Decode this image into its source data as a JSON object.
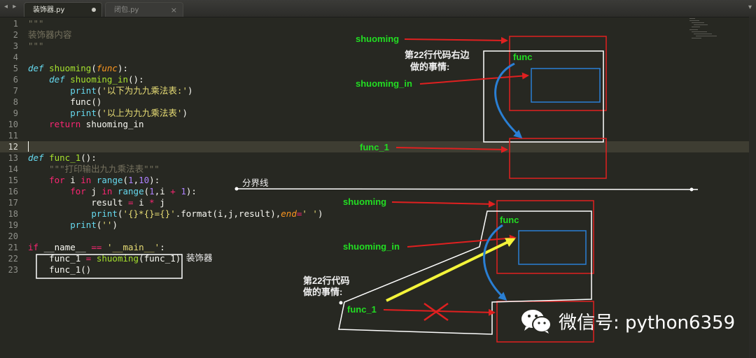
{
  "tabs": [
    {
      "label": "装饰器.py",
      "active": true
    },
    {
      "label": "闭包.py",
      "active": false
    }
  ],
  "nav": {
    "arrows": "◂ ▸",
    "menu": "▾"
  },
  "editor": {
    "line_numbers": [
      "1",
      "2",
      "3",
      "4",
      "5",
      "6",
      "7",
      "8",
      "9",
      "10",
      "11",
      "12",
      "13",
      "14",
      "15",
      "16",
      "17",
      "18",
      "19",
      "20",
      "21",
      "22",
      "23"
    ],
    "current_line": "12"
  },
  "code": {
    "l1": "\"\"\"",
    "l2": "装饰器内容",
    "l3": "\"\"\"",
    "l5_def": "def",
    "l5_name": "shuoming",
    "l5_param": "func",
    "l6_def": "def",
    "l6_name": "shuoming_in",
    "l7_print": "print",
    "l7_str": "'以下为九九乘法表:'",
    "l8_call": "func()",
    "l9_print": "print",
    "l9_str": "'以上为九九乘法表'",
    "l10_ret": "return",
    "l10_val": "shuoming_in",
    "l13_def": "def",
    "l13_name": "func_1",
    "l14_doc": "\"\"\"打印输出九九乘法表\"\"\"",
    "l15_for": "for",
    "l15_var": "i",
    "l15_in": "in",
    "l15_range": "range",
    "l15_a": "1",
    "l15_b": "10",
    "l16_for": "for",
    "l16_var": "j",
    "l16_in": "in",
    "l16_range": "range",
    "l16_a": "1",
    "l16_i": "i",
    "l16_plus": "+",
    "l16_b": "1",
    "l17_var": "result",
    "l17_eq": "=",
    "l17_i": "i",
    "l17_mul": "*",
    "l17_j": "j",
    "l18_print": "print",
    "l18_fmt": "'{}*{}={}'",
    "l18_dot": ".format(i,j,result),",
    "l18_end": "end",
    "l18_eq": "=",
    "l18_str": "' '",
    "l19_print": "print",
    "l19_str": "''",
    "l21_if": "if",
    "l21_name": "__name__",
    "l21_eq": "==",
    "l21_str": "'__main__'",
    "l22_var": "func_1",
    "l22_eq": "=",
    "l22_call": "shuoming",
    "l22_arg": "(func_1)",
    "l23_call": "func_1()"
  },
  "annotations": {
    "decorator_label": "装饰器",
    "top": {
      "shuoming": "shuoming",
      "desc_line1": "第22行代码右边",
      "desc_line2": "做的事情:",
      "func": "func",
      "shuoming_in": "shuoming_in",
      "func_1": "func_1"
    },
    "divider": "分界线",
    "bottom": {
      "shuoming": "shuoming",
      "func": "func",
      "shuoming_in": "shuoming_in",
      "desc_line1": "第22行代码",
      "desc_line2": "做的事情:",
      "func_1": "func_1"
    }
  },
  "watermark": {
    "text": "微信号: python6359",
    "icon": "wechat-icon"
  },
  "colors": {
    "red": "#e02020",
    "blue": "#2a7fd4",
    "green": "#22dd22",
    "yellow": "#f4f43a",
    "white": "#f0f0f0"
  }
}
